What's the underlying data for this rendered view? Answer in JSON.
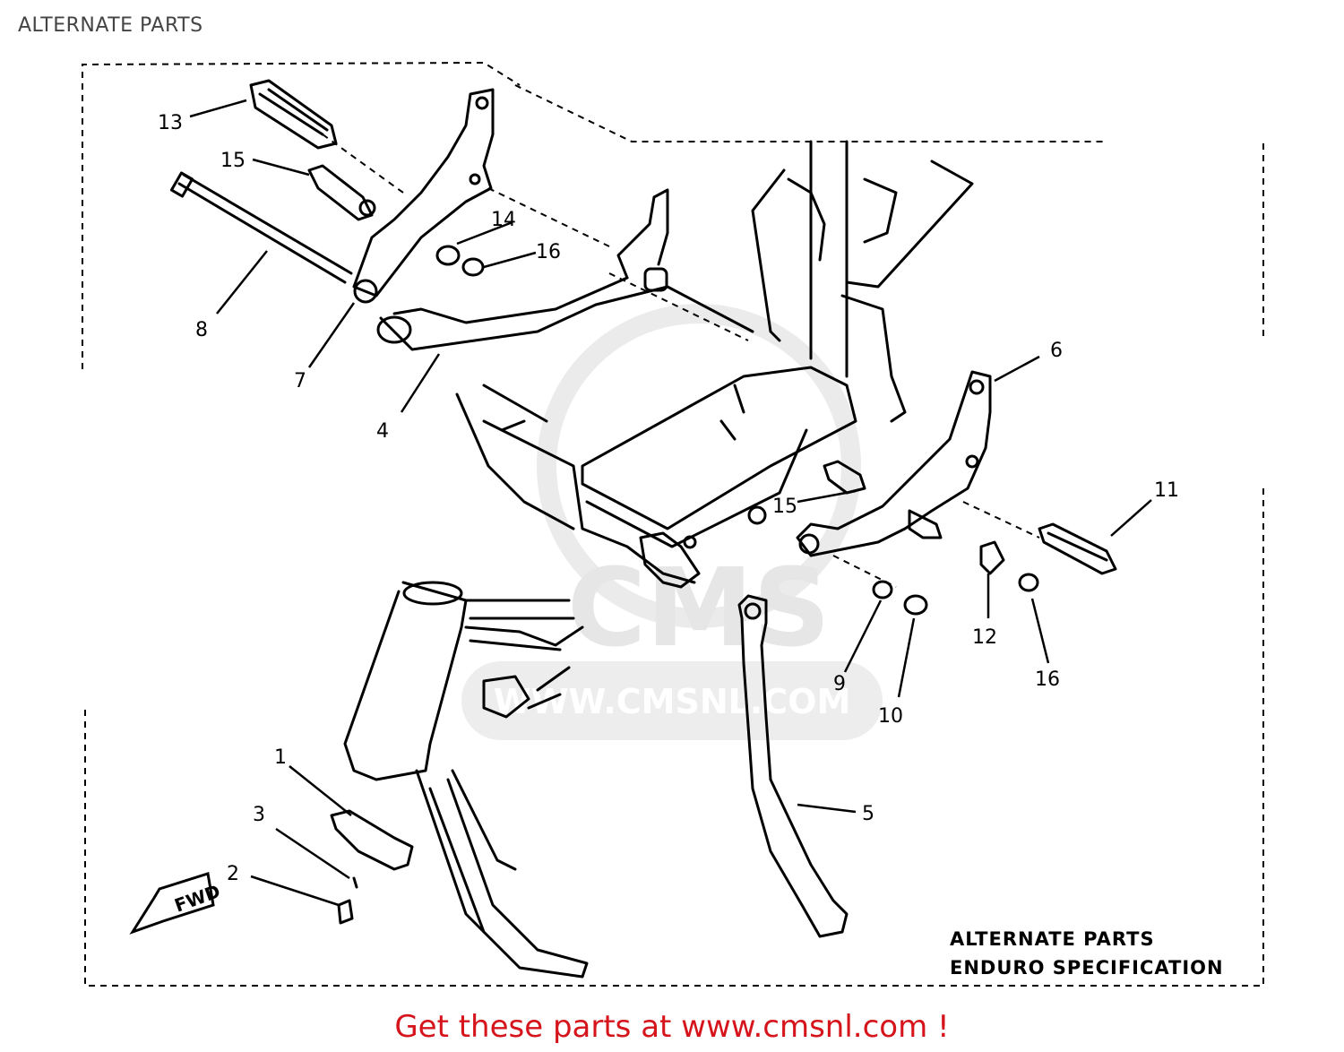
{
  "header": {
    "title": "ALTERNATE PARTS"
  },
  "diagram": {
    "callouts": [
      "1",
      "2",
      "3",
      "4",
      "5",
      "6",
      "7",
      "8",
      "9",
      "10",
      "11",
      "12",
      "13",
      "14",
      "15",
      "15",
      "16",
      "16"
    ],
    "caption_line1": "ALTERNATE  PARTS",
    "caption_line2": "ENDURO SPECIFICATION",
    "direction_marker": "FWD"
  },
  "watermark": {
    "logo": "CMS",
    "url": "WWW.CMSNL.COM"
  },
  "footer": {
    "link_text": "Get these parts at www.cmsnl.com !"
  },
  "colors": {
    "footer_text": "#d6141c",
    "line_art": "#000000",
    "watermark": "#e6e6e6"
  }
}
